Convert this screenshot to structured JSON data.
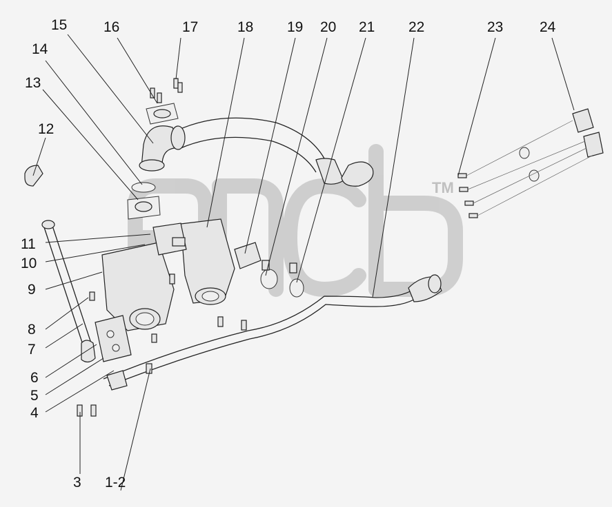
{
  "callouts": {
    "c1_2": "1-2",
    "c3": "3",
    "c4": "4",
    "c5": "5",
    "c6": "6",
    "c7": "7",
    "c8": "8",
    "c9": "9",
    "c10": "10",
    "c11": "11",
    "c12": "12",
    "c13": "13",
    "c14": "14",
    "c15": "15",
    "c16": "16",
    "c17": "17",
    "c18": "18",
    "c19": "19",
    "c20": "20",
    "c21": "21",
    "c22": "22",
    "c23": "23",
    "c24": "24"
  },
  "watermark": {
    "trademark": "TM"
  }
}
